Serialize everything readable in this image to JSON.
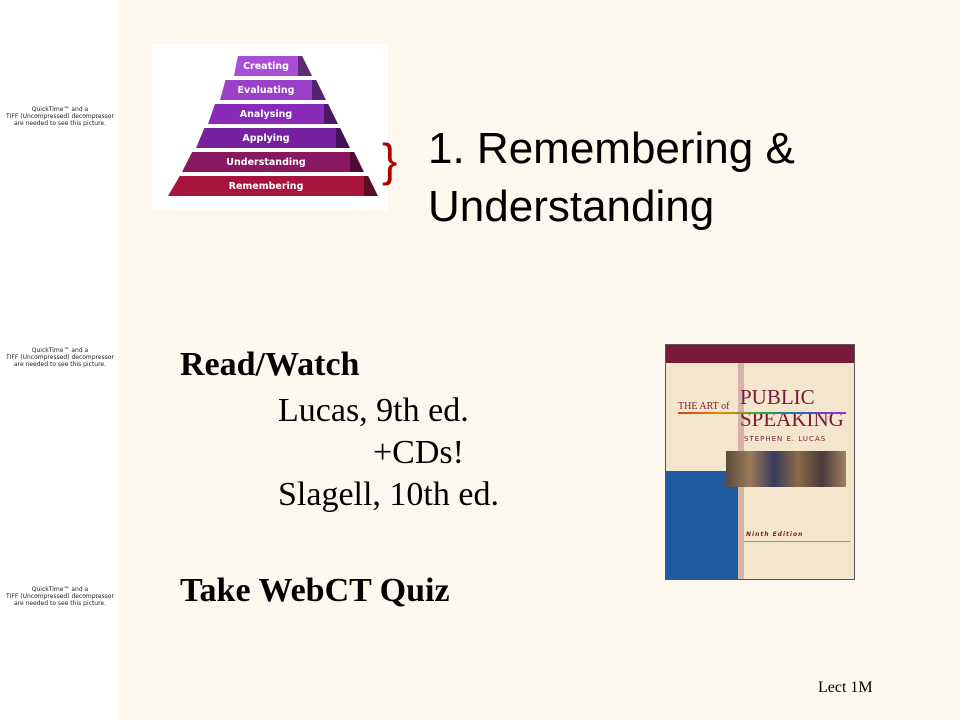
{
  "quicktime_notice": {
    "line1": "QuickTime™ and a",
    "line2": "TIFF (Uncompressed) decompressor",
    "line3": "are needed to see this picture."
  },
  "pyramid": {
    "tiers": [
      "Creating",
      "Evaluating",
      "Analysing",
      "Applying",
      "Understanding",
      "Remembering"
    ],
    "colors": [
      "#a84fd6",
      "#9a3fc8",
      "#8a2ab8",
      "#76229e",
      "#8a1860",
      "#a8143e"
    ]
  },
  "slide": {
    "brace": "}",
    "title_line1": "1. Remembering &",
    "title_line2": "Understanding",
    "read_heading": "Read/Watch",
    "item1": "Lucas, 9th ed.",
    "item2": "+CDs!",
    "item3": "Slagell, 10th ed.",
    "quiz_heading": "Take WebCT Quiz",
    "footer": "Lect 1M"
  },
  "book_cover": {
    "title_part1": "THE ART of",
    "title_part2": "PUBLIC",
    "title_part3": "SPEAKING",
    "author": "STEPHEN E. LUCAS",
    "edition": "Ninth Edition",
    "colors": {
      "spine": "#7a1a3a",
      "left_panel": "#1f5aa0",
      "cover": "#f3e6cc"
    }
  }
}
